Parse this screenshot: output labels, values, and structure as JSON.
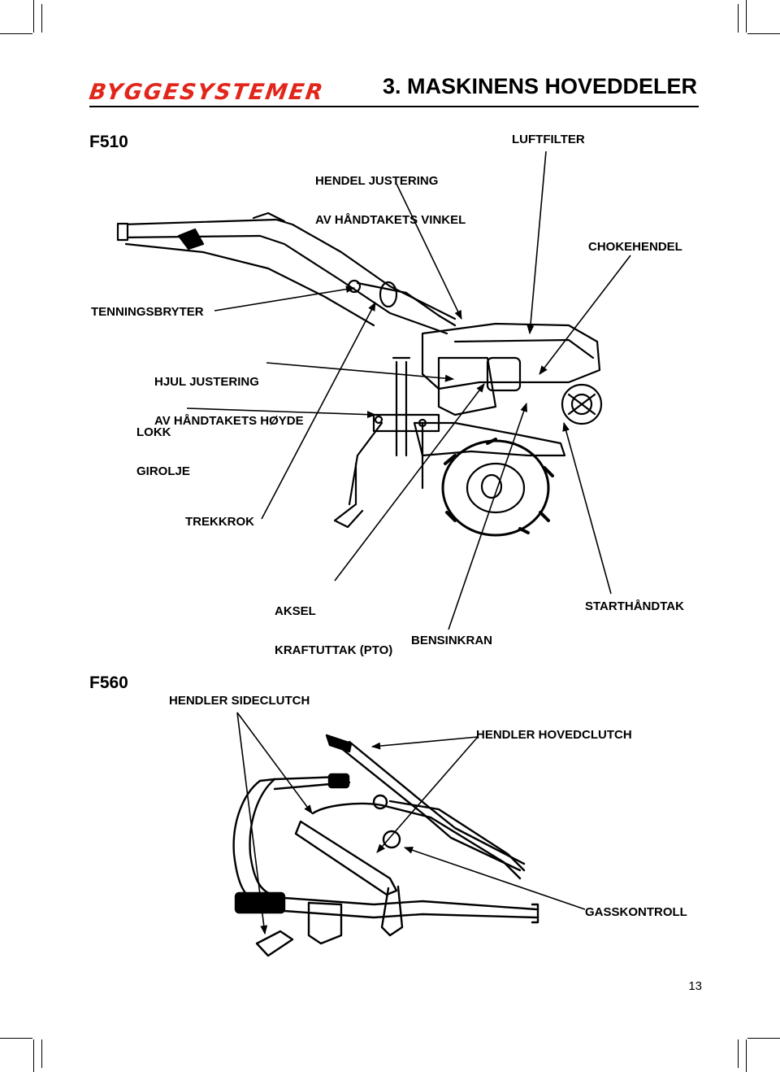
{
  "header": {
    "brand": "BYGGESYSTEMER",
    "title": "3. MASKINENS HOVEDDELER",
    "brand_color": "#e1261c"
  },
  "f510": {
    "model": "F510",
    "labels": {
      "hendel_justering_1": "HENDEL JUSTERING",
      "hendel_justering_2": "AV HÅNDTAKETS VINKEL",
      "luftfilter": "LUFTFILTER",
      "chokehendel": "CHOKEHENDEL",
      "tenningsbryter": "TENNINGSBRYTER",
      "hjul_justering_1": "HJUL JUSTERING",
      "hjul_justering_2": "AV HÅNDTAKETS HØYDE",
      "lokk_1": "LOKK",
      "lokk_2": "GIROLJE",
      "trekkrok": "TREKKROK",
      "aksel_1": "AKSEL",
      "aksel_2": "KRAFTUTTAK (PTO)",
      "starthandtak": "STARTHÅNDTAK",
      "bensinkran": "BENSINKRAN"
    }
  },
  "f560": {
    "model": "F560",
    "labels": {
      "sideclutch": "HENDLER SIDECLUTCH",
      "hovedclutch": "HENDLER HOVEDCLUTCH",
      "gasskontroll": "GASSKONTROLL"
    }
  },
  "page_number": "13"
}
